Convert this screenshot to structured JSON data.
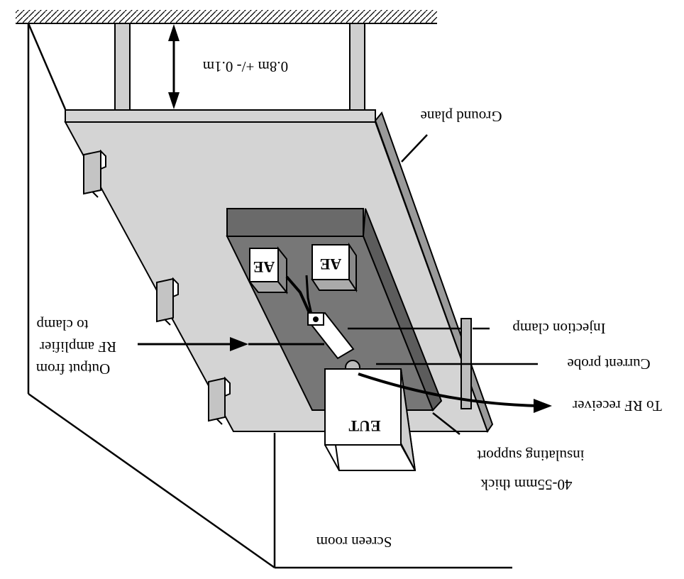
{
  "diagram": {
    "labels": {
      "height": "0.8m +/- 0.1m",
      "ground_plane": "Ground plane",
      "injection_clamp": "Injection clamp",
      "current_probe": "Current probe",
      "to_rf_receiver": "To RF receiver",
      "insulating_line1": "40-55mm thick",
      "insulating_line2": "insulating support",
      "output_line1": "Output from",
      "output_line2": "RF amplifier",
      "output_line3": "to clamp",
      "screen_room": "Screen room"
    },
    "boxes": {
      "ae_left": "AE",
      "ae_right": "AE",
      "eut": "EUT"
    }
  }
}
